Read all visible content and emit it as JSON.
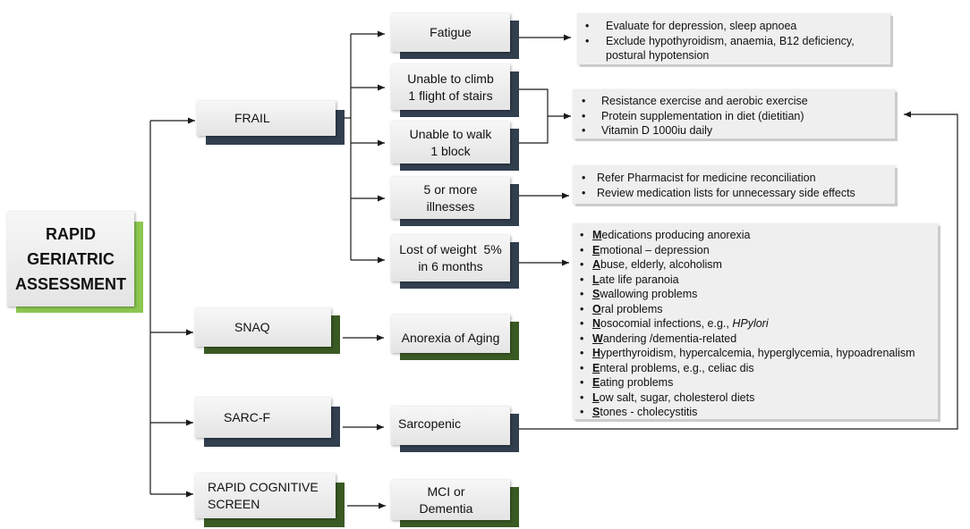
{
  "colors": {
    "box_fill_top": "#f7f7f7",
    "box_fill_bottom": "#e4e4e4",
    "shadow_navy": "#323f4f",
    "shadow_dark_green": "#3a5a24",
    "shadow_light_green": "#8cc751",
    "panel_fill": "#efefef",
    "panel_shadow": "#cccccc",
    "connector": "#1a1a1a",
    "text": "#111111"
  },
  "root": {
    "lines": [
      "RAPID",
      "GERIATRIC",
      "ASSESSMENT"
    ]
  },
  "screens": {
    "frail": {
      "label": "FRAIL"
    },
    "snaq": {
      "label": "SNAQ"
    },
    "sarc_f": {
      "label": "SARC-F"
    },
    "cognitive": {
      "lines": [
        "RAPID COGNITIVE",
        "SCREEN"
      ]
    }
  },
  "findings": {
    "fatigue": {
      "lines": [
        "Fatigue"
      ]
    },
    "stairs": {
      "lines": [
        "Unable to climb",
        "1 flight of stairs"
      ]
    },
    "walk": {
      "lines": [
        "Unable to walk",
        "1 block"
      ]
    },
    "illnesses": {
      "lines": [
        "5 or more",
        "illnesses"
      ]
    },
    "weight_loss": {
      "lines": [
        "Lost of weight  5%",
        "in 6 months"
      ]
    },
    "anorexia": {
      "lines": [
        "Anorexia of Aging"
      ]
    },
    "sarcopenic": {
      "lines": [
        "Sarcopenic"
      ]
    },
    "cognitive_result": {
      "lines": [
        "MCI or",
        "Dementia"
      ]
    }
  },
  "actions": {
    "fatigue": [
      "Evaluate for depression, sleep apnoea",
      "Exclude hypothyroidism, anaemia, B12 deficiency, postural hypotension"
    ],
    "mobility": [
      "Resistance exercise and aerobic exercise",
      "Protein supplementation in diet (dietitian)",
      "Vitamin D 1000iu daily"
    ],
    "medication": [
      "Refer Pharmacist for medicine reconciliation",
      "Review medication lists for unnecessary side effects"
    ],
    "weight_loss_causes": [
      {
        "initial": "M",
        "rest": "edications producing anorexia"
      },
      {
        "initial": "E",
        "rest": "motional – depression"
      },
      {
        "initial": "A",
        "rest": "buse, elderly, alcoholism"
      },
      {
        "initial": "L",
        "rest": "ate life paranoia"
      },
      {
        "initial": "S",
        "rest": "wallowing problems"
      },
      {
        "initial": "O",
        "rest": "ral problems"
      },
      {
        "initial": "N",
        "rest": "osocomial infections, e.g., ",
        "emphasis": "HPylori"
      },
      {
        "initial": "W",
        "rest": "andering /dementia-related"
      },
      {
        "initial": "H",
        "rest": "yperthyroidism, hypercalcemia, hyperglycemia, hypoadrenalism"
      },
      {
        "initial": "E",
        "rest": "nteral problems, e.g., celiac dis"
      },
      {
        "initial": "E",
        "rest": "ating problems"
      },
      {
        "initial": "L",
        "rest": "ow salt, sugar, cholesterol diets"
      },
      {
        "initial": "S",
        "rest": "tones - cholecystitis"
      }
    ]
  }
}
